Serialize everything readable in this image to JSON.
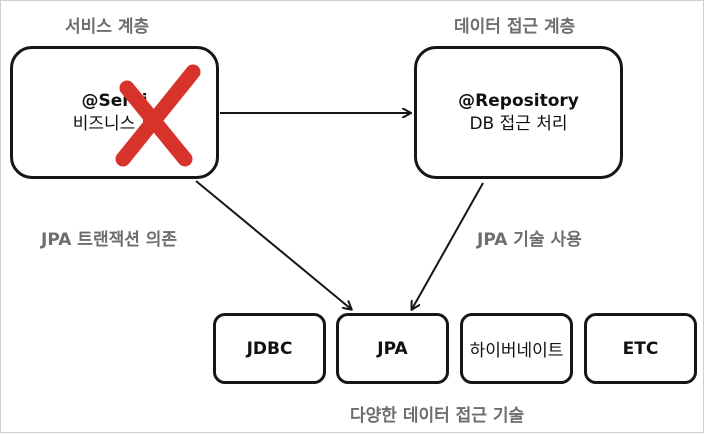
{
  "layers": {
    "service_title": "서비스 계층",
    "data_access_title": "데이터 접근 계층"
  },
  "service_box": {
    "annotation": "@Servi",
    "description": "비즈니스 로"
  },
  "repository_box": {
    "annotation": "@Repository",
    "description": "DB 접근 처리"
  },
  "edge_labels": {
    "jpa_transaction_dependency": "JPA 트랜잭션 의존",
    "jpa_tech_usage": "JPA 기술 사용"
  },
  "technologies": [
    "JDBC",
    "JPA",
    "하이버네이트",
    "ETC"
  ],
  "technologies_caption": "다양한 데이터 접근 기술",
  "colors": {
    "x_mark": "#d7332b",
    "label_gray": "#6e6e6e",
    "stroke": "#161616"
  },
  "icons": {
    "x_mark": "x-mark-icon"
  }
}
